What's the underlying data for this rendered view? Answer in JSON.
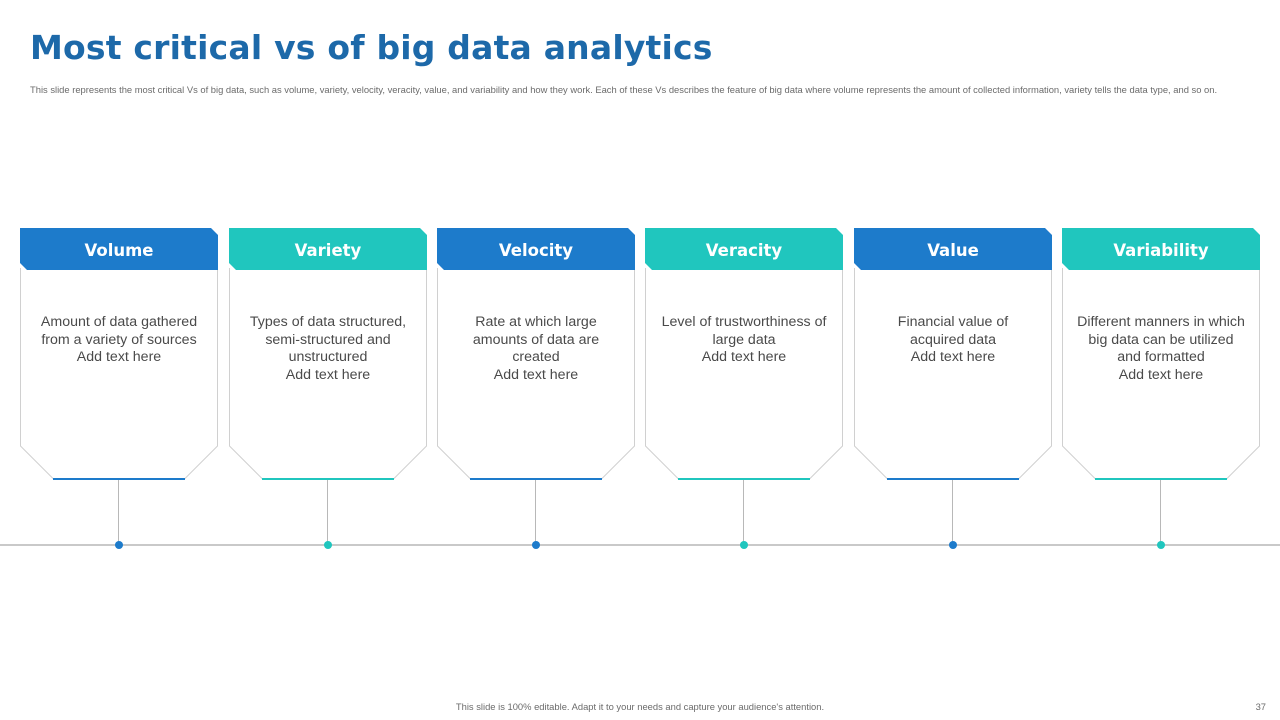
{
  "slide": {
    "title": "Most critical vs of big data analytics",
    "subtitle": "This slide represents the most critical Vs of big data, such as volume, variety, velocity, veracity, value, and variability and how they work. Each of these Vs describes the feature of big data where volume represents the amount of collected information, variety tells the data type, and so on.",
    "footer": "This slide is 100% editable.  Adapt it to your needs and capture your audience's attention.",
    "page_number": "37"
  },
  "colors": {
    "title": "#1d69a9",
    "blue": "#1d7bcb",
    "teal": "#20c6be",
    "card_border": "#d0d0d0",
    "timeline": "#c9c9c9"
  },
  "cards": [
    {
      "title": "Volume",
      "accent": "blue",
      "lines": [
        "Amount of data gathered",
        "from a variety of sources",
        "Add text here"
      ]
    },
    {
      "title": "Variety",
      "accent": "teal",
      "lines": [
        "Types of data structured,",
        "semi-structured and",
        "unstructured",
        "Add text here"
      ]
    },
    {
      "title": "Velocity",
      "accent": "blue",
      "lines": [
        "Rate at which large",
        "amounts of data are",
        "created",
        "Add text here"
      ]
    },
    {
      "title": "Veracity",
      "accent": "teal",
      "lines": [
        "Level of trustworthiness of",
        "large data",
        "Add text here"
      ]
    },
    {
      "title": "Value",
      "accent": "blue",
      "lines": [
        "Financial value of",
        "acquired data",
        "Add text here"
      ]
    },
    {
      "title": "Variability",
      "accent": "teal",
      "lines": [
        "Different manners in which",
        "big data can be utilized",
        "and formatted",
        "Add text here"
      ]
    }
  ]
}
